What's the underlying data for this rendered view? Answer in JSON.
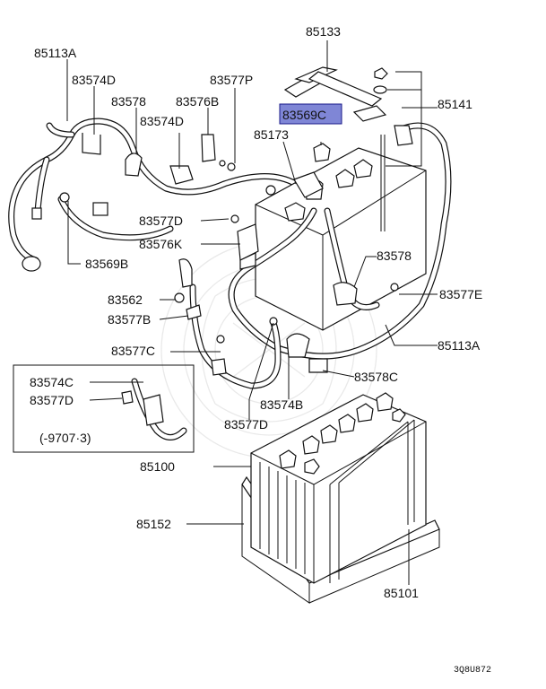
{
  "diagram": {
    "labels": {
      "p85133": "85133",
      "p85113A_top": "85113A",
      "p83574D_top": "83574D",
      "p83578_top": "83578",
      "p83576B": "83576B",
      "p83577P": "83577P",
      "p83574D_mid": "83574D",
      "p83569C": "83569C",
      "p85141": "85141",
      "p85173": "85173",
      "p83577D_mid": "83577D",
      "p83576K": "83576K",
      "p83569B": "83569B",
      "p83578_right": "83578",
      "p83562": "83562",
      "p83577E": "83577E",
      "p83577B": "83577B",
      "p85113A_right": "85113A",
      "p83577C": "83577C",
      "p83578C": "83578C",
      "p83574C": "83574C",
      "p83577D_box": "83577D",
      "p83574B": "83574B",
      "p83577D_bottom": "83577D",
      "p85100": "85100",
      "p85152": "85152",
      "p85101": "85101"
    },
    "inset_note": "(-9707·3)",
    "figure_code": "3Q8U872",
    "colors": {
      "highlight": "#7f86d6",
      "line": "#111111"
    }
  }
}
